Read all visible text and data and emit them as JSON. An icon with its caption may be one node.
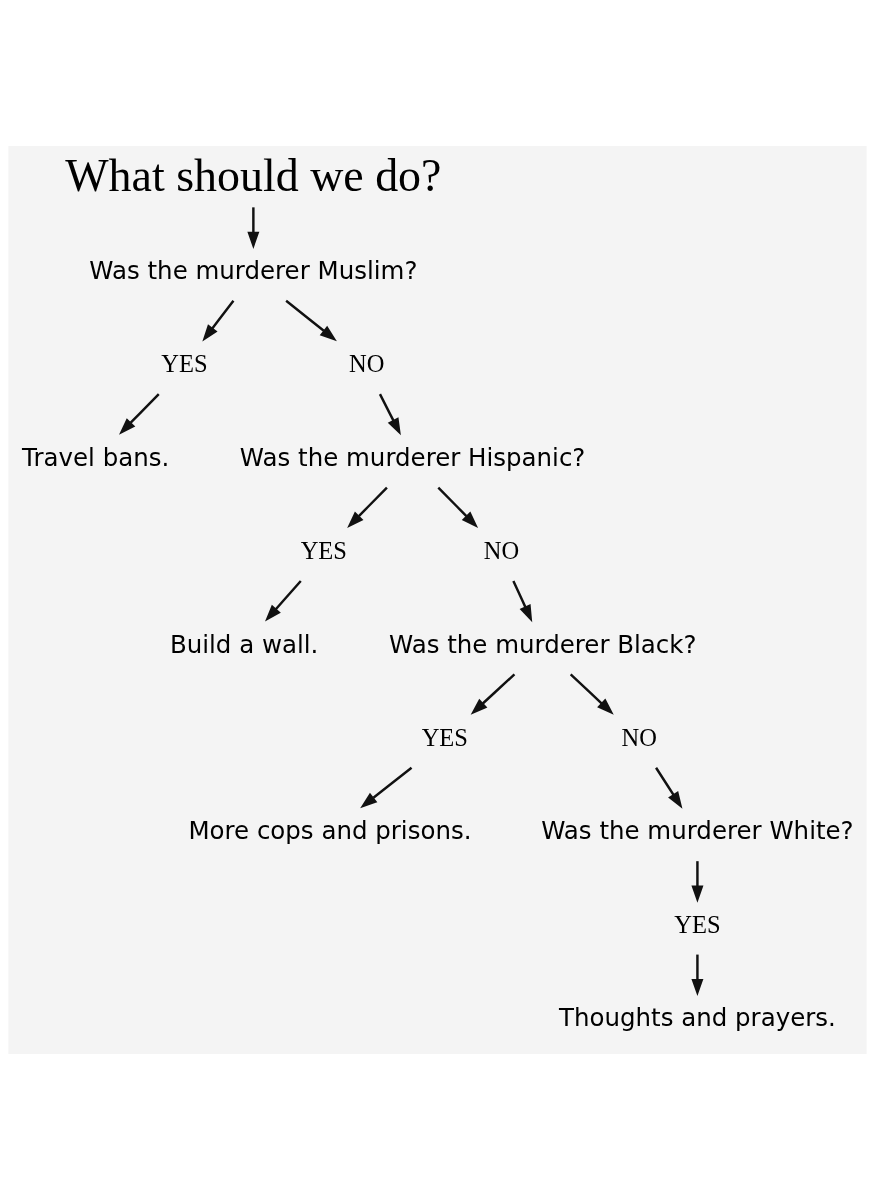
{
  "diagram": {
    "nodes": [
      {
        "text": [
          "What should we do?"
        ]
      },
      {
        "text": [
          "Was the murderer Muslim?"
        ]
      },
      {
        "text": [
          "YES"
        ]
      },
      {
        "text": [
          "NO"
        ]
      },
      {
        "text": [
          "Travel bans."
        ]
      },
      {
        "text": [
          "Was the murderer Hispanic?"
        ]
      },
      {
        "text": [
          "YES"
        ]
      },
      {
        "text": [
          "NO"
        ]
      },
      {
        "text": [
          "Build a wall."
        ]
      },
      {
        "text": [
          "Was the murderer Black?"
        ]
      },
      {
        "text": [
          "YES"
        ]
      },
      {
        "text": [
          "NO"
        ]
      },
      {
        "text": [
          "More cops and prisons."
        ]
      },
      {
        "text": [
          "Was the murderer White?"
        ]
      },
      {
        "text": [
          "YES"
        ]
      },
      {
        "text": [
          "Thoughts and prayers."
        ]
      }
    ],
    "edges": [
      {
        "from": 0,
        "to": 1,
        "arrow": "to"
      },
      {
        "from": 1,
        "to": 2,
        "arrow": "to"
      },
      {
        "from": 1,
        "to": 3,
        "arrow": "to"
      },
      {
        "from": 2,
        "to": 4,
        "arrow": "to"
      },
      {
        "from": 3,
        "to": 5,
        "arrow": "to"
      },
      {
        "from": 5,
        "to": 6,
        "arrow": "to"
      },
      {
        "from": 5,
        "to": 7,
        "arrow": "to"
      },
      {
        "from": 6,
        "to": 8,
        "arrow": "to"
      },
      {
        "from": 7,
        "to": 9,
        "arrow": "to"
      },
      {
        "from": 9,
        "to": 10,
        "arrow": "to"
      },
      {
        "from": 9,
        "to": 11,
        "arrow": "to"
      },
      {
        "from": 10,
        "to": 12,
        "arrow": "to"
      },
      {
        "from": 11,
        "to": 13,
        "arrow": "to"
      },
      {
        "from": 13,
        "to": 14,
        "arrow": "to"
      },
      {
        "from": 14,
        "to": 15,
        "arrow": "to"
      }
    ]
  }
}
